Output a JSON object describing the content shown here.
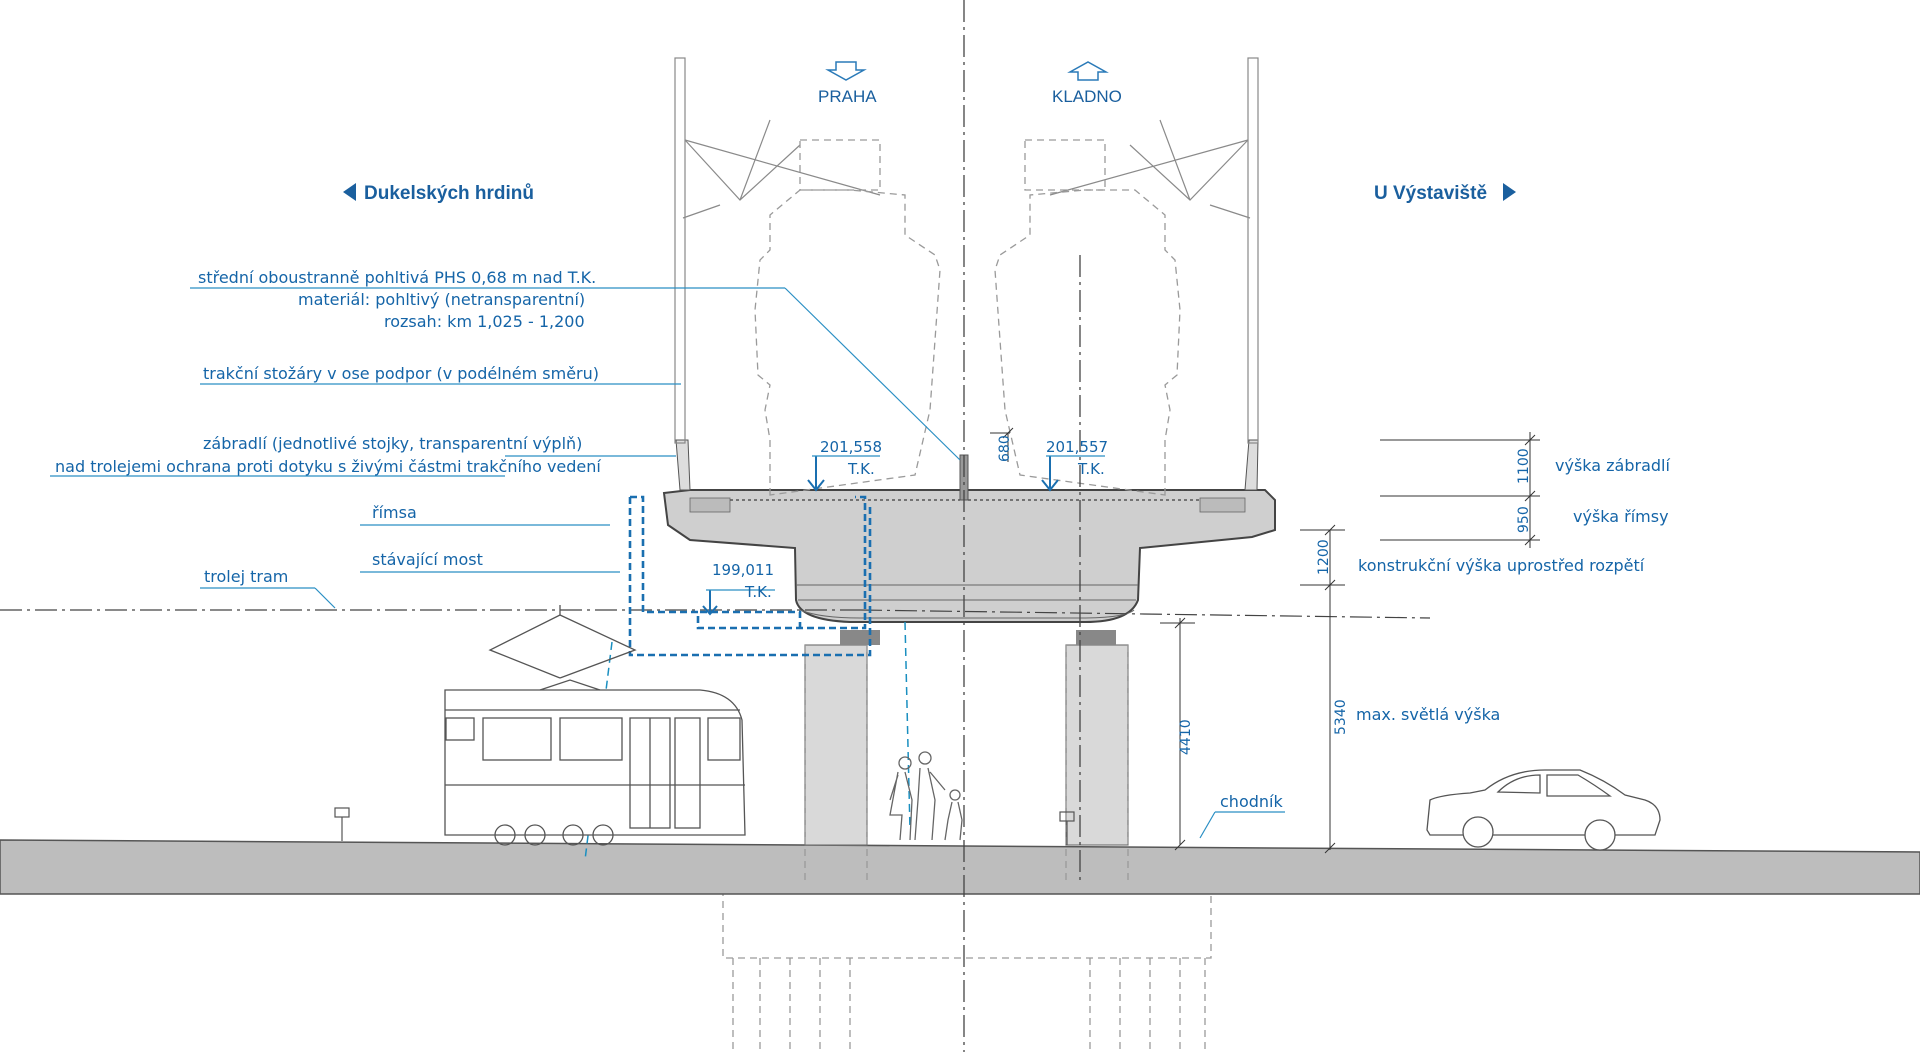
{
  "directions": {
    "left": "Dukelských hrdinů",
    "right": "U Výstaviště",
    "praha": "PRAHA",
    "kladno": "KLADNO"
  },
  "annotations": {
    "phs_line1": "střední oboustranně pohltivá PHS 0,68 m nad T.K.",
    "phs_line2": "materiál: pohltivý (netransparentní)",
    "phs_line3": "rozsah: km 1,025 - 1,200",
    "masts": "trakční stožáry v ose podpor (v podélném směru)",
    "railing_line1": "zábradlí (jednotlivé stojky, transparentní výplň)",
    "railing_line2": "nad trolejemi ochrana proti dotyku s živými částmi trakčního vedení",
    "cornice": "římsa",
    "existing_bridge": "stávající most",
    "tram_wire": "trolej tram",
    "railing_height": "výška zábradlí",
    "cornice_height": "výška římsy",
    "structural_depth": "konstrukční výška uprostřed rozpětí",
    "max_clearance": "max. světlá výška",
    "sidewalk": "chodník"
  },
  "levels": {
    "left_value": "201,558",
    "left_tk": "T.K.",
    "right_value": "201,557",
    "right_tk": "T.K.",
    "old_value": "199,011",
    "old_tk": "T.K."
  },
  "dimensions": {
    "d680": "680",
    "d1100": "1100",
    "d950": "950",
    "d1200": "1200",
    "d5340": "5340",
    "d4410": "4410"
  },
  "icons": [
    "arrow-left-icon",
    "arrow-right-icon",
    "arrow-down-outline-icon",
    "arrow-up-outline-icon",
    "tram-icon",
    "car-icon",
    "pedestrians-icon"
  ],
  "colors": {
    "label_blue": "#1565a8",
    "leader_blue": "#2a8fc4",
    "ground_gray": "#b9b9b9",
    "concrete_gray": "#cfcfcf"
  }
}
